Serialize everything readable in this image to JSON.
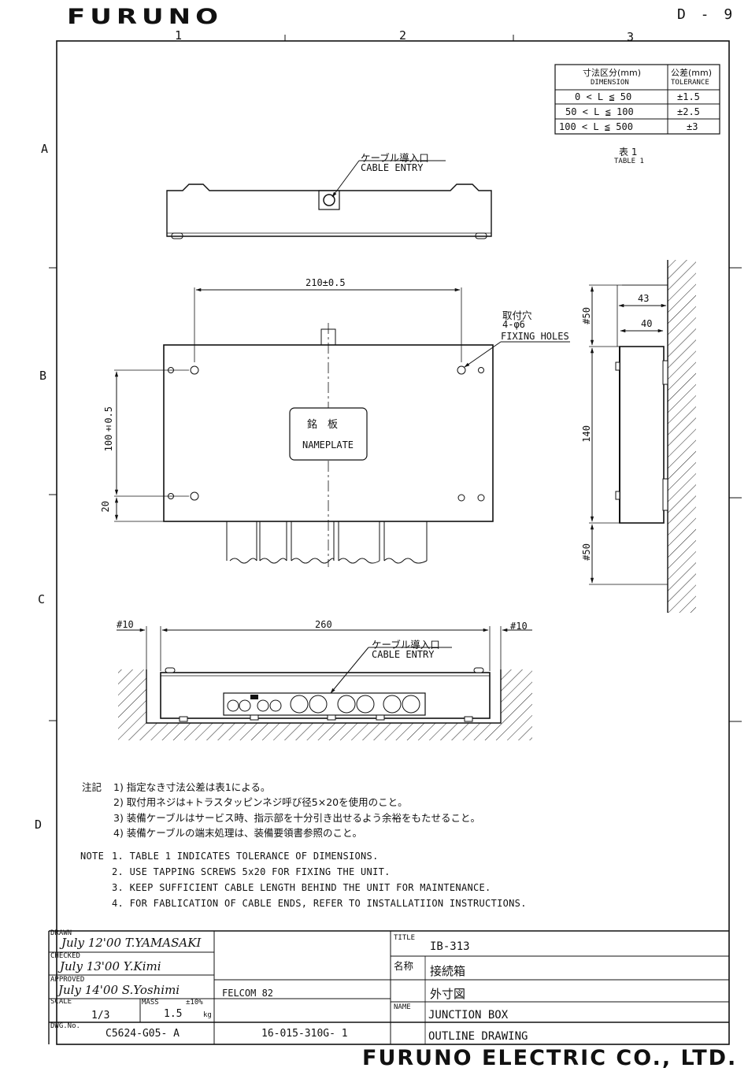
{
  "header": {
    "logo": "FURUNO",
    "page": "D - 9"
  },
  "grid": {
    "cols": [
      "1",
      "2",
      "3"
    ],
    "rows": [
      "A",
      "B",
      "C",
      "D"
    ]
  },
  "table1": {
    "head_dim_jp": "寸法区分(mm)",
    "head_dim_en": "DIMENSION",
    "head_tol_jp": "公差(mm)",
    "head_tol_en": "TOLERANCE",
    "rows": [
      {
        "dim": "0 < L ≦  50",
        "tol": "±1.5"
      },
      {
        "dim": "50 < L ≦ 100",
        "tol": "±2.5"
      },
      {
        "dim": "100 < L ≦ 500",
        "tol": "±3"
      }
    ],
    "caption_jp": "表 1",
    "caption_en": "TABLE 1"
  },
  "labels": {
    "cable_entry_jp": "ケーブル導入口",
    "cable_entry_en": "CABLE ENTRY",
    "fixing_jp": "取付穴",
    "fixing_num": "4-φ6",
    "fixing_en": "FIXING HOLES",
    "nameplate_jp": "銘　板",
    "nameplate_en": "NAMEPLATE"
  },
  "dims": {
    "hole_span": "210±0.5",
    "hole_vspan": "100±0.5",
    "hole_edge": "20",
    "side_43": "43",
    "side_40": "40",
    "side_50_top": "#50",
    "side_140": "140",
    "side_50_bot": "#50",
    "bottom_260": "260",
    "bottom_10_l": "#10",
    "bottom_10_r": "#10"
  },
  "notes_jp": {
    "label": "注記",
    "items": [
      "1) 指定なき寸法公差は表1による。",
      "2) 取付用ネジは+トラスタッピンネジ呼び径5×20を使用のこと。",
      "3) 装備ケーブルはサービス時、指示部を十分引き出せるよう余裕をもたせること。",
      "4) 装備ケーブルの端末処理は、装備要領書参照のこと。"
    ]
  },
  "notes_en": {
    "label": "NOTE",
    "items": [
      "1. TABLE 1 INDICATES TOLERANCE OF DIMENSIONS.",
      "2. USE TAPPING SCREWS 5x20 FOR FIXING THE UNIT.",
      "3. KEEP SUFFICIENT CABLE LENGTH BEHIND THE UNIT FOR MAINTENANCE.",
      "4. FOR FABLICATION OF CABLE ENDS, REFER TO INSTALLATIION INSTRUCTIONS."
    ]
  },
  "title_block": {
    "drawn_label": "DRAWN",
    "drawn_sig": "July 12'00 T.YAMASAKI",
    "checked_label": "CHECKED",
    "checked_sig": "July 13'00 Y.Kimi",
    "approved_label": "APPROVED",
    "approved_sig": "July 14'00 S.Yoshimi",
    "scale_label": "SCALE",
    "scale": "1/3",
    "mass_label": "MASS",
    "mass_tol": "±10%",
    "mass": "1.5",
    "mass_unit": "kg",
    "dwg_label": "DWG.No.",
    "dwg_no": "C5624-G05- A",
    "ref_no": "16-015-310G- 1",
    "product": "FELCOM 82",
    "title_label": "TITLE",
    "title": "IB-313",
    "name_jp_label": "名称",
    "name_jp1": "接続箱",
    "name_jp2": "外寸図",
    "name_label": "NAME",
    "name_en1": "JUNCTION BOX",
    "name_en2": "OUTLINE DRAWING"
  },
  "footer": "FURUNO ELECTRIC CO., LTD."
}
